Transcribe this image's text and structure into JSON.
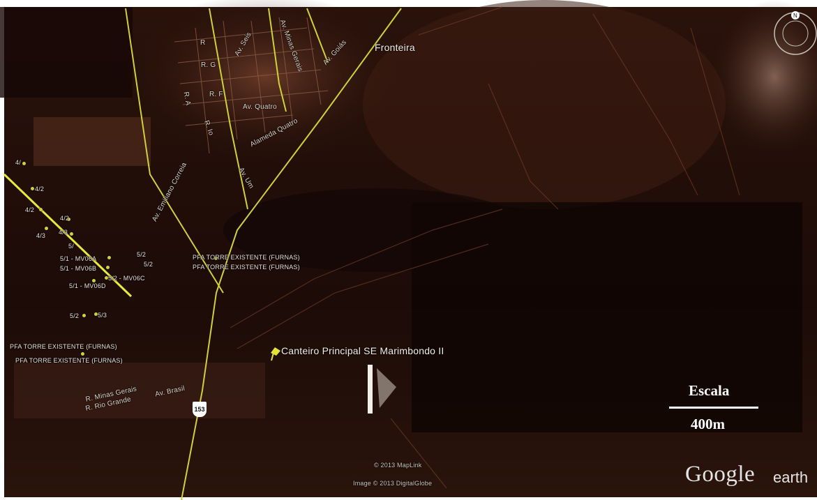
{
  "place_labels": {
    "city": "Fronteira",
    "site": "Canteiro Principal SE Marimbondo II"
  },
  "streets": {
    "r1": "R",
    "r_g": "R. G",
    "av_seis": "Av. Seis",
    "av_minas_gerais_top": "Av. Minas Gerais",
    "av_goias": "Av. Goiás",
    "r_a": "R. A",
    "r_f": "R. F",
    "av_quatro": "Av. Quatro",
    "alameda_quatro": "Alameda Quatro",
    "rio": "R. Io",
    "av_emiliano": "Av. Emiliano Correia",
    "av_um": "Av. Um",
    "av_brasil": "Av. Brasil",
    "r_minas_gerais": "R. Minas Gerais",
    "r_rio_grande": "R. Rio Grande"
  },
  "highway_shield": "153",
  "towers": [
    {
      "id": "t1",
      "label": "4/"
    },
    {
      "id": "t2",
      "label": "4/2"
    },
    {
      "id": "t3",
      "label": "4/2"
    },
    {
      "id": "t4",
      "label": "4/3"
    },
    {
      "id": "t5",
      "label": "4/2"
    },
    {
      "id": "t6",
      "label": "4/3"
    },
    {
      "id": "t7",
      "label": "5/"
    },
    {
      "id": "t8",
      "label": "5/1 - MV06A"
    },
    {
      "id": "t9",
      "label": "5/1 - MV06B"
    },
    {
      "id": "t10",
      "label": "5/2 - MV06C"
    },
    {
      "id": "t11",
      "label": "5/1 - MV06D"
    },
    {
      "id": "t12",
      "label": "5/2"
    },
    {
      "id": "t13",
      "label": "5/3"
    },
    {
      "id": "t14",
      "label": "5/2"
    },
    {
      "id": "t15",
      "label": "5/2"
    }
  ],
  "pfa_labels": {
    "pfa1": "PFA TORRE EXISTENTE (FURNAS)",
    "pfa2": "PFA TORRE EXISTENTE (FURNAS)",
    "pfa3": "PFA TORRE EXISTENTE (FURNAS)",
    "pfa4": "PFA TORRE EXISTENTE (FURNAS)"
  },
  "scale": {
    "title": "Escala",
    "distance": "400m"
  },
  "attribution": {
    "maplink": "© 2013 MapLink",
    "imagery": "Image © 2013 DigitalGlobe"
  },
  "logo": {
    "brand": "Google",
    "product": "earth"
  },
  "colors": {
    "road_yellow": "#cfd236",
    "line_yellow": "#e8ea3a",
    "terrain_dark": "#1a0a06",
    "terrain_brown": "#4a2216"
  }
}
